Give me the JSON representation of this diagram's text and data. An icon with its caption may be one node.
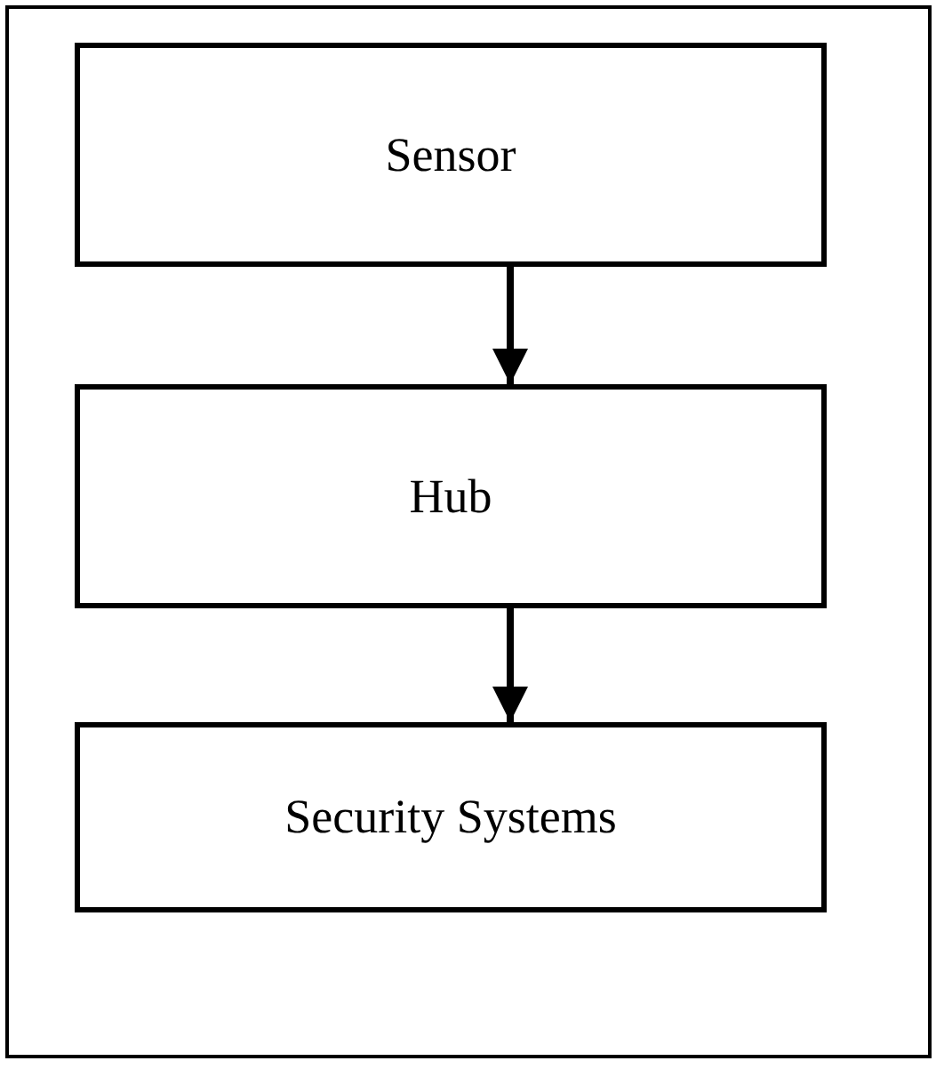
{
  "diagram": {
    "nodes": [
      {
        "text": [
          "Sensor"
        ]
      },
      {
        "text": [
          "Hub"
        ]
      },
      {
        "text": [
          "Security Systems"
        ]
      }
    ],
    "edges": [
      {
        "from": 0,
        "to": 1,
        "arrow": "to"
      },
      {
        "from": 1,
        "to": 2,
        "arrow": "to"
      }
    ]
  }
}
